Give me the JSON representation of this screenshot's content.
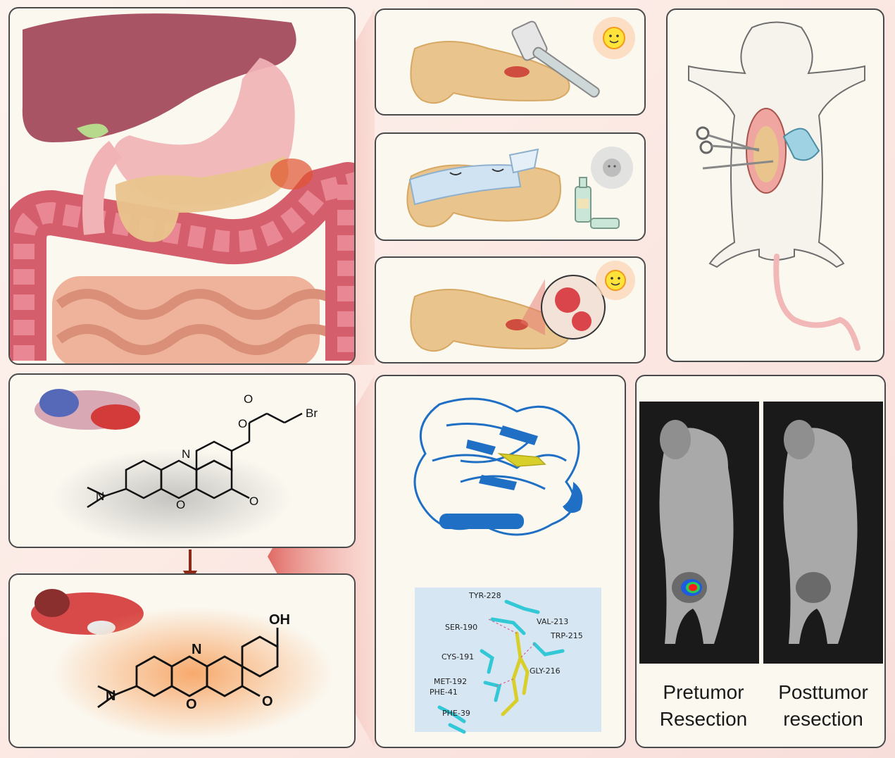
{
  "colors": {
    "panel_border": "#4a4a4a",
    "panel_fill": "#fbf8f0",
    "pancreas": "#e9c48c",
    "lesion": "#c8302c",
    "colon": "#d45e6b",
    "liver": "#a95465",
    "protein": "#1f6fc4",
    "ligand": "#d9cf2a",
    "residue": "#33c8d6",
    "arrow": "#8b2a16",
    "glow": "#f7a15e"
  },
  "probe": {
    "atoms": {
      "nitrogen_ring": "N",
      "nitrogen_amine": "N",
      "oxygen_ring": "O",
      "oxygen_keto": "O",
      "oxygen_ester": "O",
      "oxygen_carbonyl": "O",
      "bromine": "Br"
    }
  },
  "product": {
    "atoms": {
      "nitrogen_ring": "N",
      "nitrogen_amine": "N",
      "oxygen_ring": "O",
      "oxygen_keto": "O",
      "hydroxyl": "OH"
    }
  },
  "docking": {
    "residues": [
      "TYR-228",
      "VAL-213",
      "SER-190",
      "TRP-215",
      "CYS-191",
      "GLY-216",
      "MET-192",
      "PHE-41",
      "PHE-39"
    ]
  },
  "imaging": {
    "left_label_line1": "Pretumor",
    "left_label_line2": "Resection",
    "right_label_line1": "Posttumor",
    "right_label_line2": "resection"
  }
}
